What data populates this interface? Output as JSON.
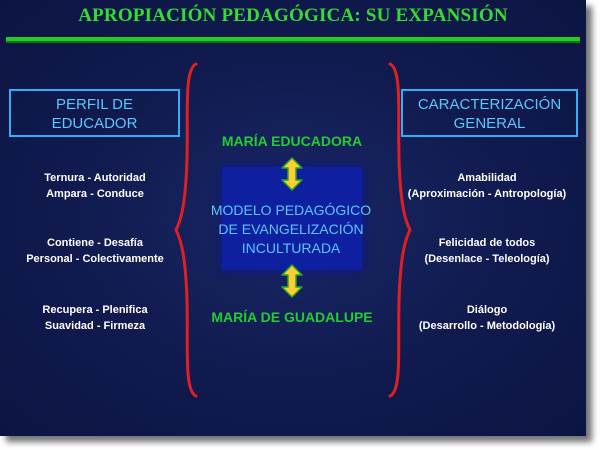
{
  "title": "APROPIACIÓN PEDAGÓGICA: SU EXPANSIÓN",
  "left_box": {
    "line1": "PERFIL DE",
    "line2": "EDUCADOR"
  },
  "right_box": {
    "line1": "CARACTERIZACIÓN",
    "line2": "GENERAL"
  },
  "left_items": [
    {
      "line1": "Ternura - Autoridad",
      "line2": "Ampara - Conduce"
    },
    {
      "line1": "Contiene - Desafía",
      "line2": "Personal - Colectivamente"
    },
    {
      "line1": "Recupera - Plenifica",
      "line2": "Suavidad - Firmeza"
    }
  ],
  "right_items": [
    {
      "line1": "Amabilidad",
      "line2": "(Aproximación - Antropología)"
    },
    {
      "line1": "Felicidad de todos",
      "line2": "(Desenlace - Teleología)"
    },
    {
      "line1": "Diálogo",
      "line2": "(Desarrollo - Metodología)"
    }
  ],
  "center": {
    "top_label": "MARÍA EDUCADORA",
    "main": {
      "line1": "MODELO PEDAGÓGICO",
      "line2": "DE EVANGELIZACIÓN",
      "line3": "INCULTURADA"
    },
    "bottom_label": "MARÍA DE GUADALUPE"
  },
  "colors": {
    "background": "#101a4e",
    "title_green": "#33dd33",
    "accent_blue": "#5cc6ff",
    "brace_red": "#e02020",
    "arrow_yellow": "#ffcc33"
  }
}
